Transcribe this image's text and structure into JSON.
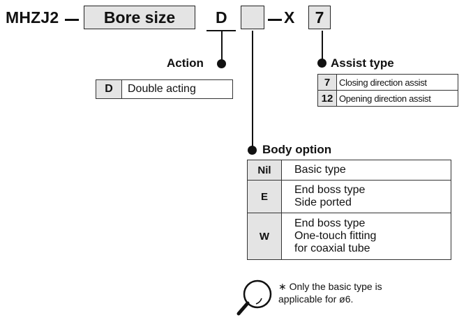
{
  "header": {
    "model": "MHZJ2",
    "dash": "—",
    "bore_size_label": "Bore size",
    "action_code": "D",
    "body_option_box": "",
    "x_label": "X",
    "assist_code": "7"
  },
  "action": {
    "heading": "Action",
    "rows": [
      {
        "code": "D",
        "desc": "Double acting"
      }
    ]
  },
  "assist": {
    "heading": "Assist type",
    "rows": [
      {
        "code": "7",
        "desc": "Closing direction assist"
      },
      {
        "code": "12",
        "desc": "Opening direction assist"
      }
    ]
  },
  "body_option": {
    "heading": "Body option",
    "rows": [
      {
        "code": "Nil",
        "desc": "Basic type"
      },
      {
        "code": "E",
        "desc": "End boss type\nSide ported"
      },
      {
        "code": "W",
        "desc": "End boss type\nOne-touch fitting\nfor coaxial tube"
      }
    ]
  },
  "note": {
    "icon": "magnifier-icon",
    "text": "∗ Only the basic type is\napplicable for ø6."
  }
}
